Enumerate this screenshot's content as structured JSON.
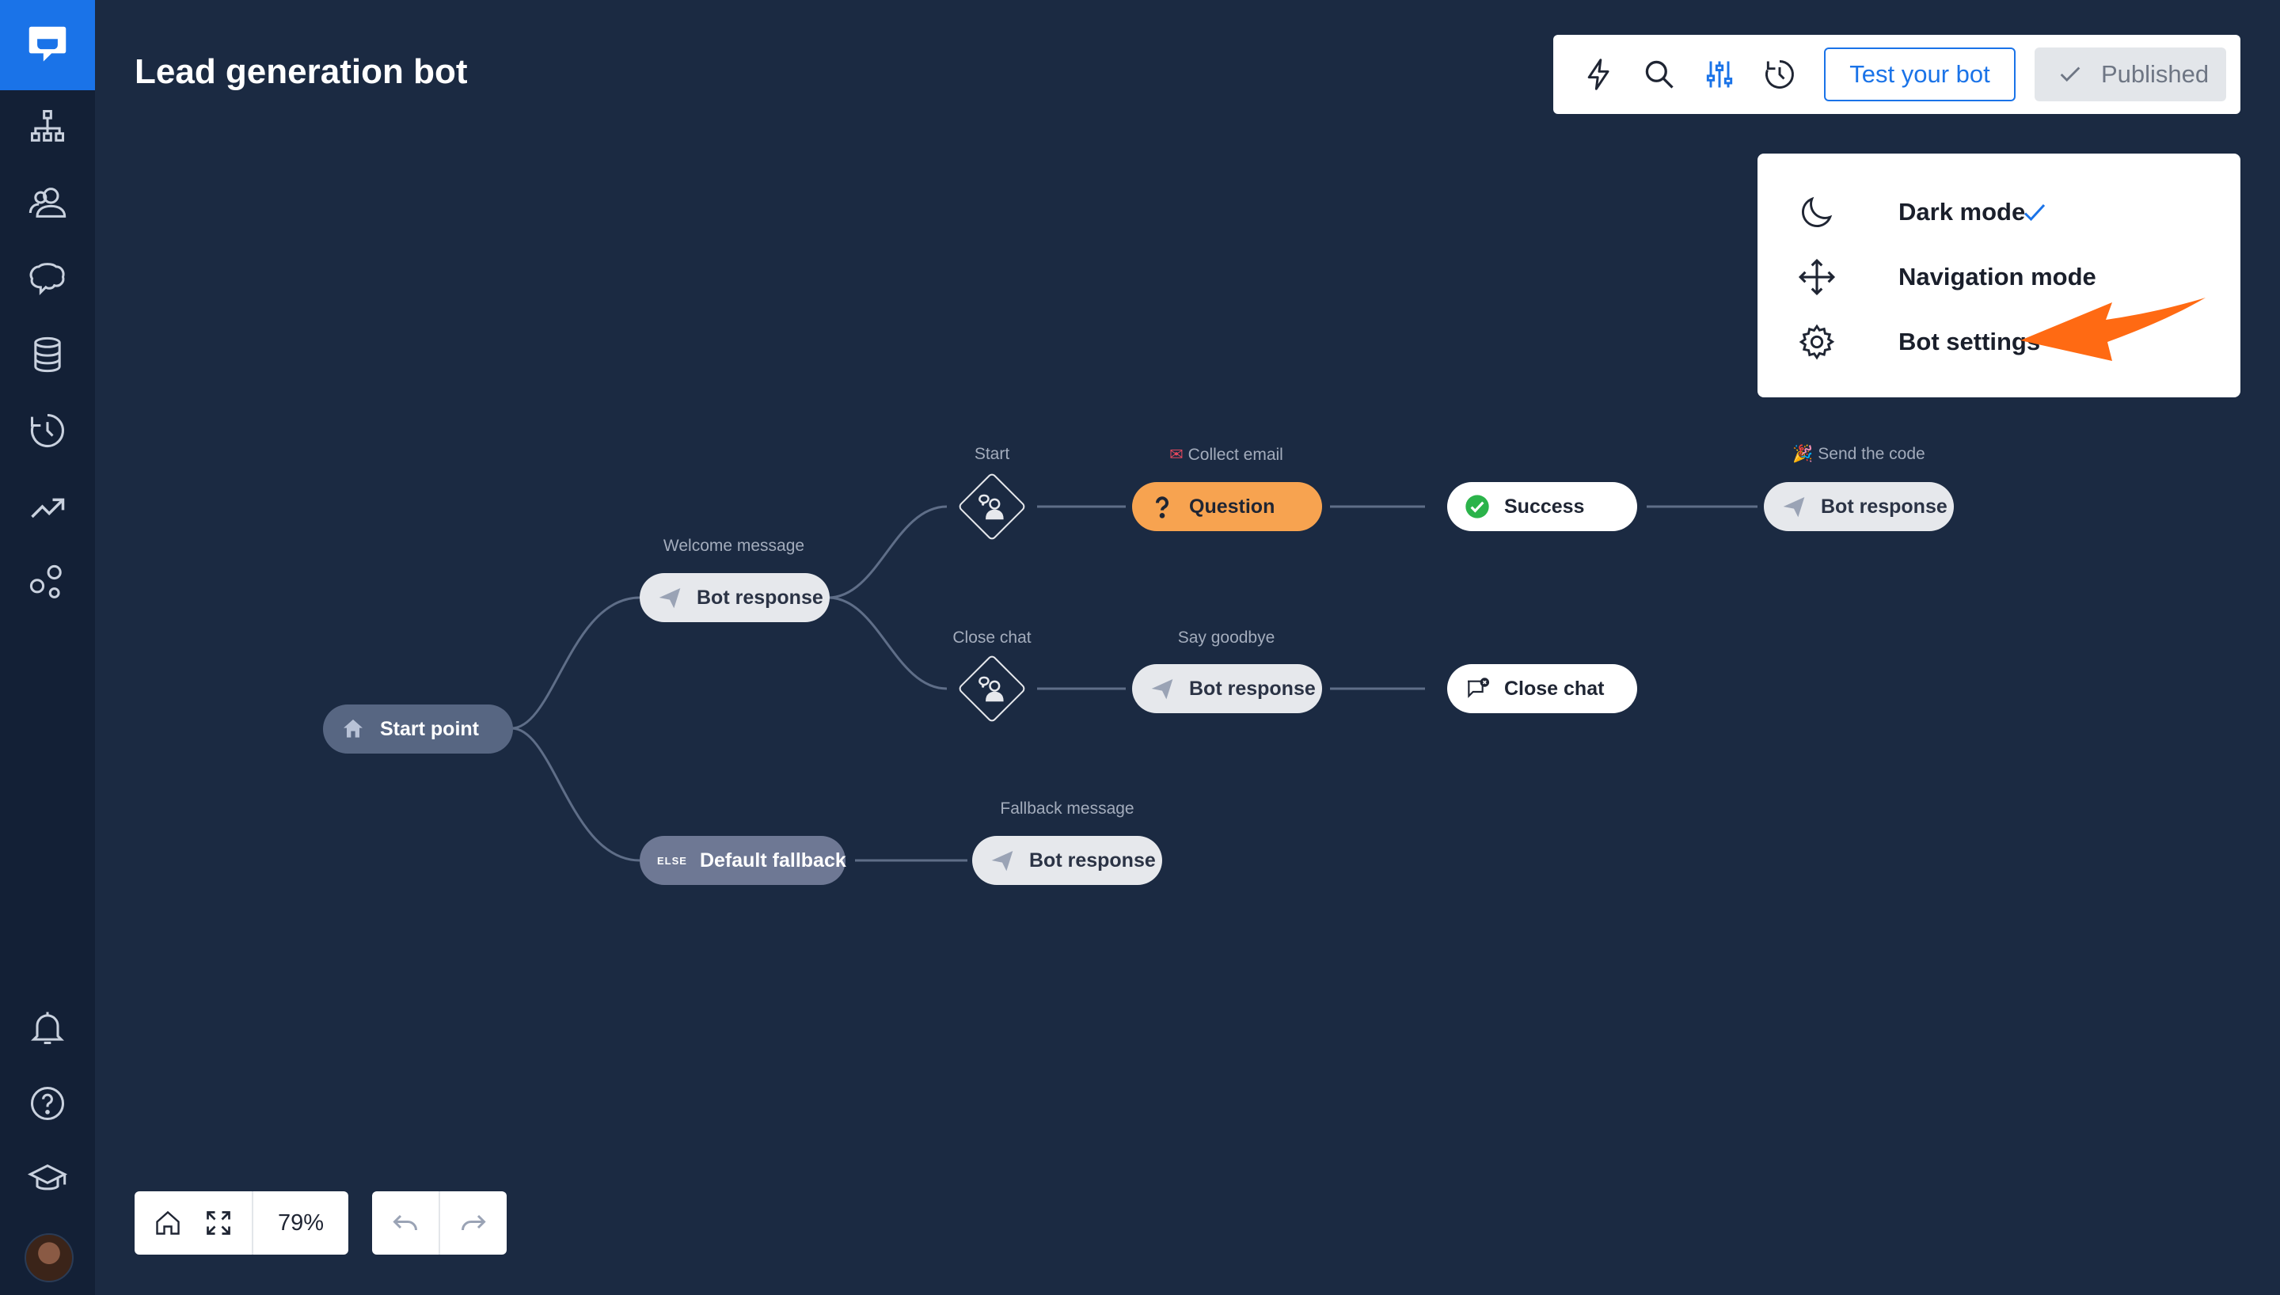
{
  "header": {
    "title": "Lead generation bot"
  },
  "toolbar": {
    "icons": [
      "lightning-icon",
      "search-icon",
      "sliders-icon",
      "history-icon"
    ],
    "test_label": "Test your bot",
    "published_label": "Published"
  },
  "menu": {
    "items": [
      {
        "label": "Dark mode",
        "icon": "moon-icon",
        "checked": true
      },
      {
        "label": "Navigation mode",
        "icon": "move-icon"
      },
      {
        "label": "Bot settings",
        "icon": "gear-icon"
      }
    ],
    "arrow_color": "#ff6a13"
  },
  "sidebar": {
    "icons": [
      "chatbot-logo-icon",
      "flow-icon",
      "users-icon",
      "brain-icon",
      "database-icon",
      "history-icon",
      "analytics-icon",
      "integrations-icon",
      "bell-icon",
      "help-icon",
      "academy-icon",
      "avatar"
    ]
  },
  "flow": {
    "start_point": "Start point",
    "welcome": {
      "caption": "Welcome message",
      "label": "Bot response"
    },
    "start_filter": {
      "caption": "Start"
    },
    "collect_email": {
      "caption": "Collect email",
      "label": "Question"
    },
    "success": {
      "label": "Success"
    },
    "send_code": {
      "caption": "Send the code",
      "label": "Bot response"
    },
    "close_filter": {
      "caption": "Close chat"
    },
    "say_goodbye": {
      "caption": "Say goodbye",
      "label": "Bot response"
    },
    "close_chat": {
      "label": "Close chat"
    },
    "fallback": {
      "badge": "ELSE",
      "label": "Default fallback"
    },
    "fallback_message": {
      "caption": "Fallback message",
      "label": "Bot response"
    }
  },
  "zoom": {
    "level": "79%"
  },
  "colors": {
    "background": "#1b2a42",
    "sidebar": "#132036",
    "accent": "#1a73e8",
    "question": "#f7a350",
    "success": "#2bb34a"
  }
}
